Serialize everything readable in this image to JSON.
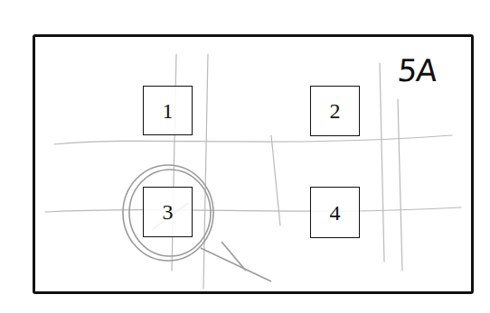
{
  "diagram": {
    "nodes": [
      {
        "text": [
          "5A"
        ]
      },
      {
        "text": [
          "1"
        ],
        "in": 0
      },
      {
        "text": [
          "2"
        ],
        "in": 0
      },
      {
        "text": [
          "3"
        ],
        "in": 0
      },
      {
        "text": [
          "4"
        ],
        "in": 0
      }
    ]
  }
}
